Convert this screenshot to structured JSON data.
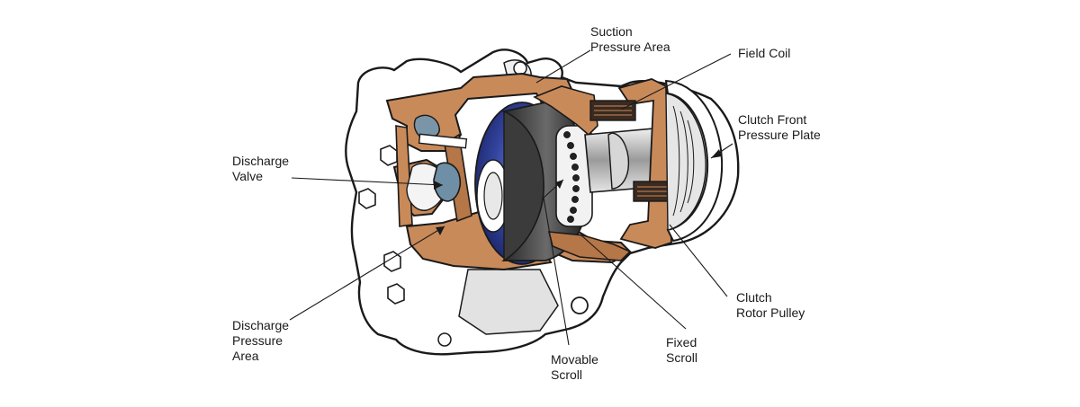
{
  "labels": {
    "suction": [
      "Suction",
      "Pressure Area"
    ],
    "field_coil": [
      "Field Coil"
    ],
    "clutch_front": [
      "Clutch Front",
      "Pressure Plate"
    ],
    "discharge_valve": [
      "Discharge",
      "Valve"
    ],
    "discharge_area": [
      "Discharge",
      "Pressure",
      "Area"
    ],
    "movable_scroll": [
      "Movable",
      "Scroll"
    ],
    "fixed_scroll": [
      "Fixed",
      "Scroll"
    ],
    "clutch_rotor": [
      "Clutch",
      "Rotor Pulley"
    ]
  },
  "colors": {
    "copper": "#c98a5a",
    "copper_dark": "#9c6238",
    "scroll_blue": "#2f3f9a",
    "scroll_dark": "#202020",
    "scroll_red": "#c23a2a",
    "outline": "#1a1a1a",
    "body": "#ffffff",
    "shade": "#d8d8d8"
  }
}
